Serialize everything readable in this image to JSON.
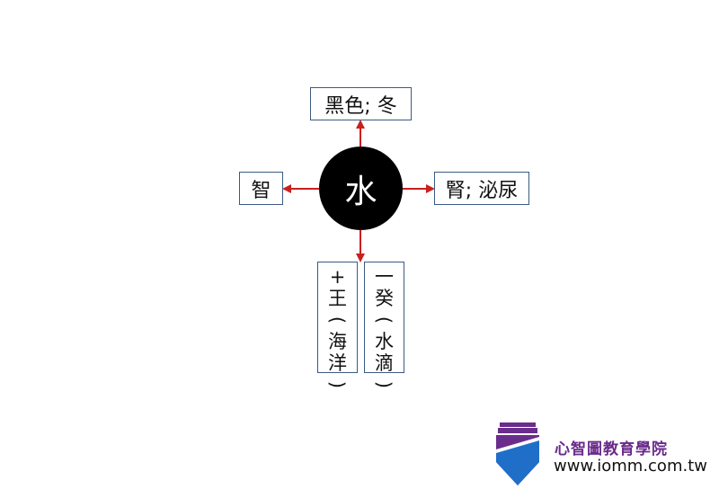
{
  "diagram": {
    "center": "水",
    "top": "黑色; 冬",
    "left": "智",
    "right": "腎; 泌尿",
    "bottom_left": [
      "+",
      "王",
      "(",
      "海",
      "洋",
      ")"
    ],
    "bottom_right": [
      "一",
      "癸",
      "(",
      "水",
      "滴",
      ")"
    ],
    "arrow_color": "#cc1f1f"
  },
  "brand": {
    "name": "心智圖教育學院",
    "url": "www.iomm.com.tw",
    "colors": {
      "purple": "#6b2d8c",
      "blue": "#1f6fc9"
    }
  }
}
